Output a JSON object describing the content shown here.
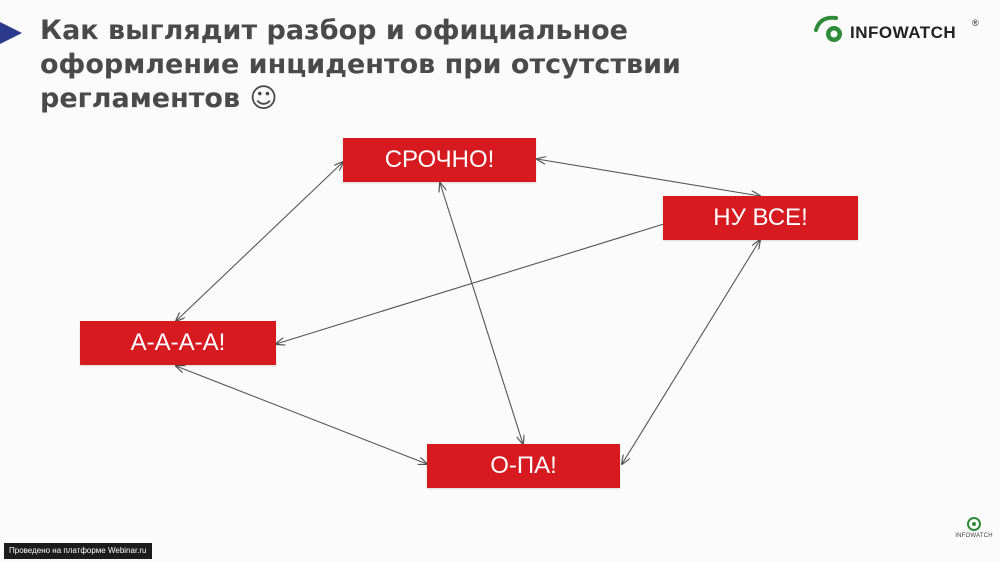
{
  "title": {
    "line1": "Как выглядит разбор и официальное",
    "line2": "оформление инцидентов при отсутствии",
    "line3": "регламентов ☺"
  },
  "logo": {
    "brand": "INFOWATCH",
    "registered": "®"
  },
  "boxes": {
    "srochno": "СРОЧНО!",
    "nu_vse": "НУ ВСЕ!",
    "aaaa": "А-А-А-А!",
    "opa": "О-ПА!"
  },
  "footer": {
    "platform": "Проведено на платформе Webinar.ru",
    "small_logo_text": "INFOWATCH"
  },
  "colors": {
    "box": "#d71920",
    "title": "#4a4a4a",
    "marker": "#2b3a8c",
    "logo_green": "#2e8b3a"
  },
  "icons": {
    "title_marker": "triangle-right-icon",
    "logo_mark": "infowatch-eye-icon"
  }
}
